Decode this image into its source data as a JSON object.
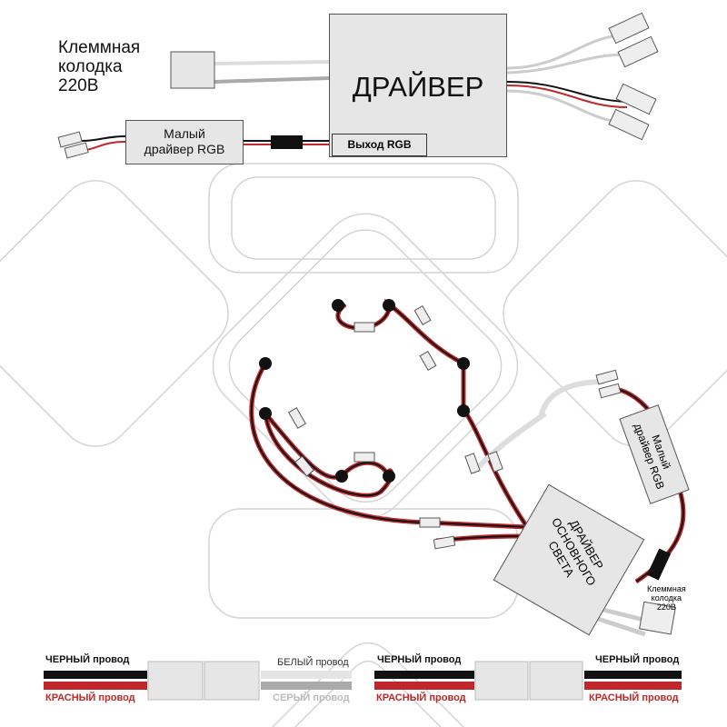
{
  "top": {
    "terminal_block_label": [
      "Клеммная",
      "колодка",
      "220В"
    ],
    "driver_title": "ДРАЙВЕР",
    "rgb_output_label": "Выход RGB",
    "small_rgb_driver_label": [
      "Малый",
      "драйвер RGB"
    ]
  },
  "scheme": {
    "small_rgb_driver_label": [
      "Малый",
      "драйвер RGB"
    ],
    "main_light_driver_label": [
      "ДРАЙВЕР",
      "ОСНОВНОГО",
      "СВЕТА"
    ],
    "terminal_block_label": [
      "Клеммная",
      "колодка",
      "220В"
    ]
  },
  "legend": {
    "black_wire": "ЧЕРНЫЙ провод",
    "red_wire": "КРАСНЫЙ провод",
    "white_wire": "БЕЛЫЙ провод",
    "grey_wire": "СЕРЫЙ провод"
  },
  "colors": {
    "black": "#111111",
    "red": "#c0262a",
    "box": "#e6e6e6",
    "outline": "#cccccc"
  }
}
